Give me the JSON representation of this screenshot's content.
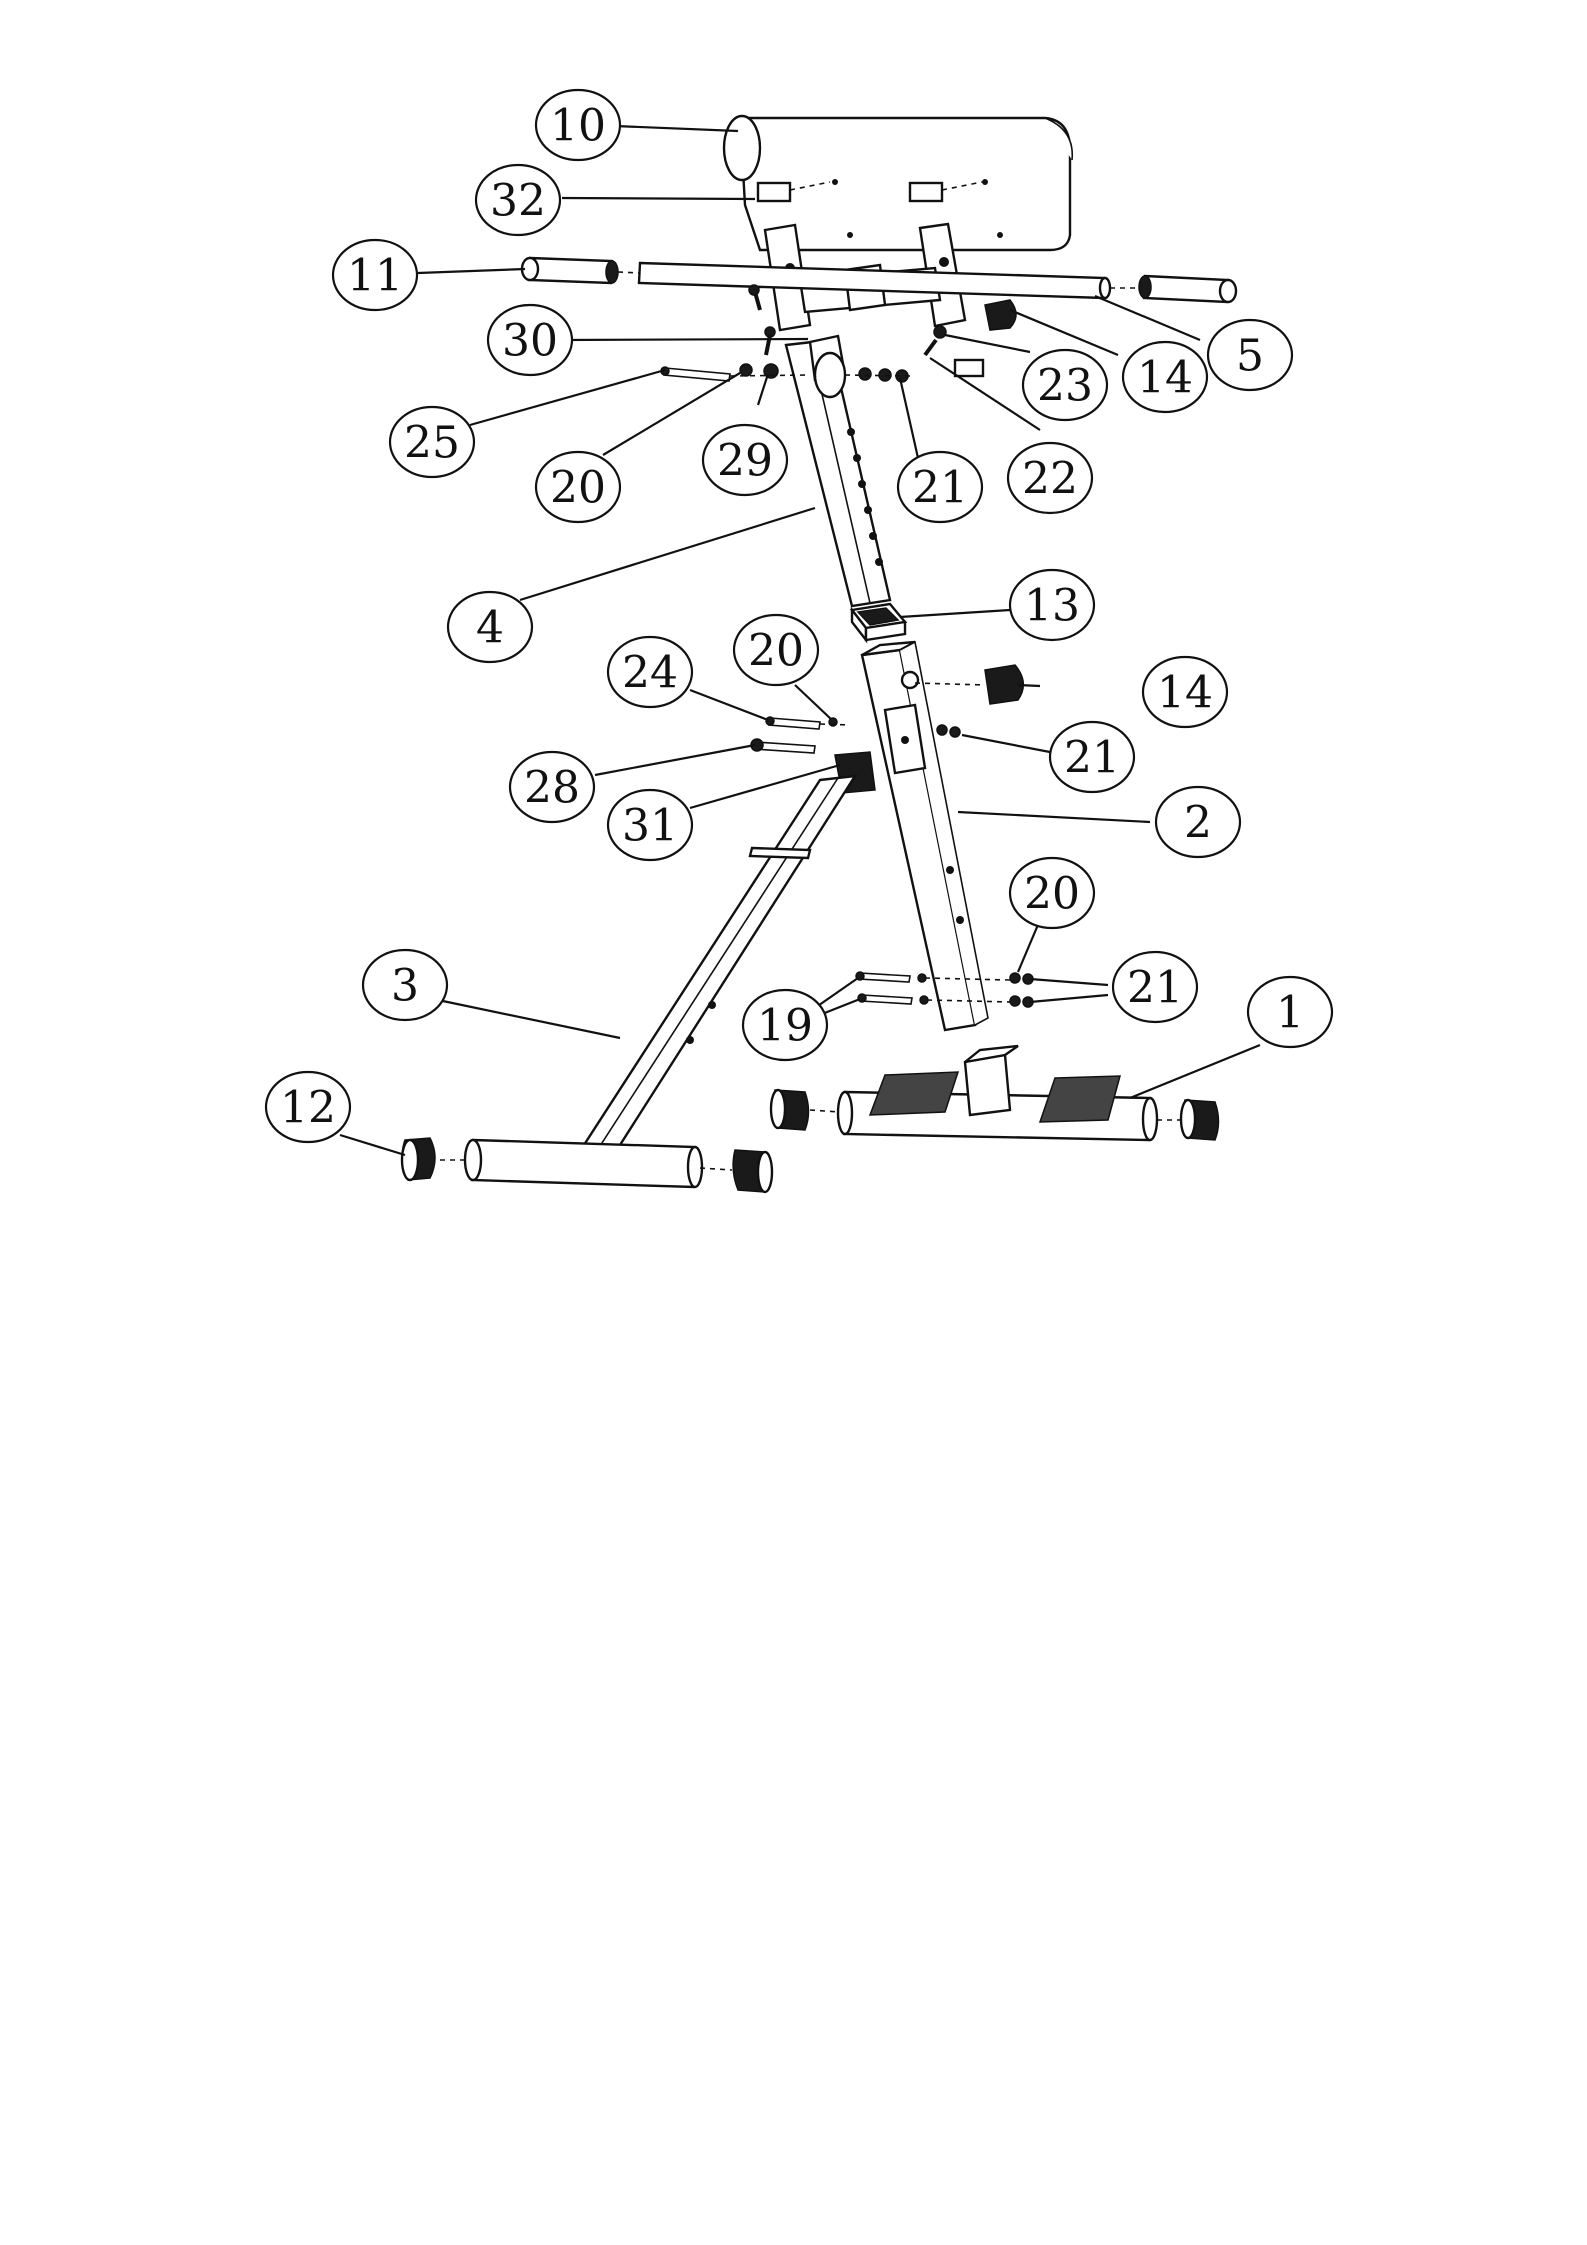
{
  "callouts": [
    {
      "label": "10"
    },
    {
      "label": "32"
    },
    {
      "label": "11"
    },
    {
      "label": "30"
    },
    {
      "label": "25"
    },
    {
      "label": "20"
    },
    {
      "label": "29"
    },
    {
      "label": "21"
    },
    {
      "label": "22"
    },
    {
      "label": "23"
    },
    {
      "label": "14"
    },
    {
      "label": "5"
    },
    {
      "label": "4"
    },
    {
      "label": "13"
    },
    {
      "label": "24"
    },
    {
      "label": "20"
    },
    {
      "label": "14"
    },
    {
      "label": "21"
    },
    {
      "label": "28"
    },
    {
      "label": "31"
    },
    {
      "label": "2"
    },
    {
      "label": "20"
    },
    {
      "label": "21"
    },
    {
      "label": "3"
    },
    {
      "label": "19"
    },
    {
      "label": "1"
    },
    {
      "label": "12"
    }
  ]
}
